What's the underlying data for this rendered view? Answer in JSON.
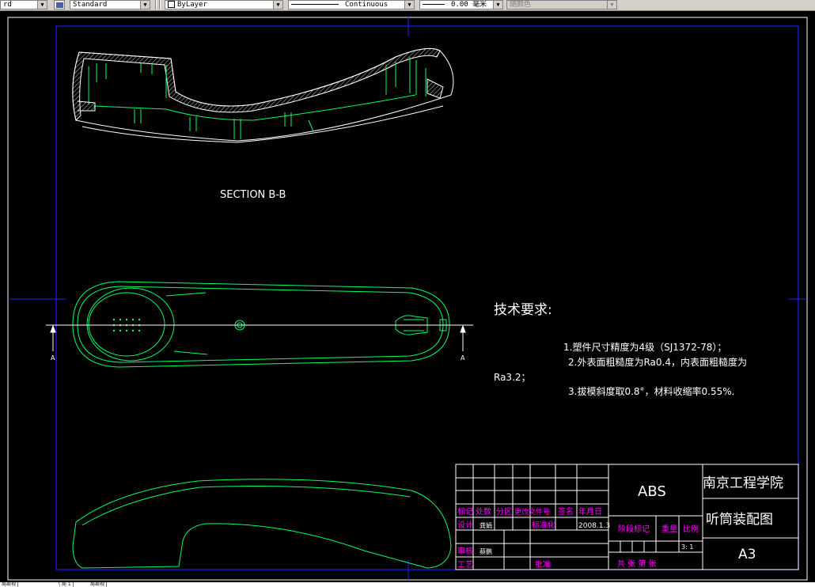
{
  "toolbar": {
    "text_style": "rd",
    "dim_style": "Standard",
    "layer": "ByLayer",
    "linetype": "Continuous",
    "lineweight": "0.00 毫米",
    "plotstyle": "随颜色"
  },
  "drawing": {
    "section_label": "SECTION B-B",
    "cut_label_left": "A",
    "cut_label_right": "A",
    "tech_title": "技术要求:",
    "tech_req_1": "1.塑件尺寸精度为4级（SJ1372-78）；",
    "tech_req_2a": "2.外表面粗糙度为Ra0.4，内表面粗糙度为",
    "tech_req_2b": "Ra3.2；",
    "tech_req_3": "3.拔模斜度取0.8°，材料收缩率0.55%."
  },
  "title_block": {
    "material": "ABS",
    "school": "南京工程学院",
    "drawing_name": "听筒装配图",
    "sheet_size": "A3",
    "header_mark": "标记",
    "header_count": "处数",
    "header_zone": "分区",
    "header_change_doc": "更改文件号",
    "header_sign": "签名",
    "header_date": "年月日",
    "design_label": "设计",
    "designer": "龚娟",
    "standardization_label": "标准化",
    "date_value": "2008.1.3",
    "stage_mark_label": "阶段标记",
    "weight_label": "重量",
    "scale_label": "比例",
    "scale_value": "3: 1",
    "review_label": "审核",
    "reviewer": "蔡鹏",
    "process_label": "工艺",
    "approve_label": "批准",
    "sheets_label": "共  张 第  张"
  },
  "bottom_tabs": [
    "局部视",
    "\\ 局 1",
    "局部视"
  ],
  "colors": {
    "background": "#000000",
    "geometry": "#00ff66",
    "border": "#0000ff",
    "annotation": "#ff00ff",
    "text": "#ffffff"
  }
}
